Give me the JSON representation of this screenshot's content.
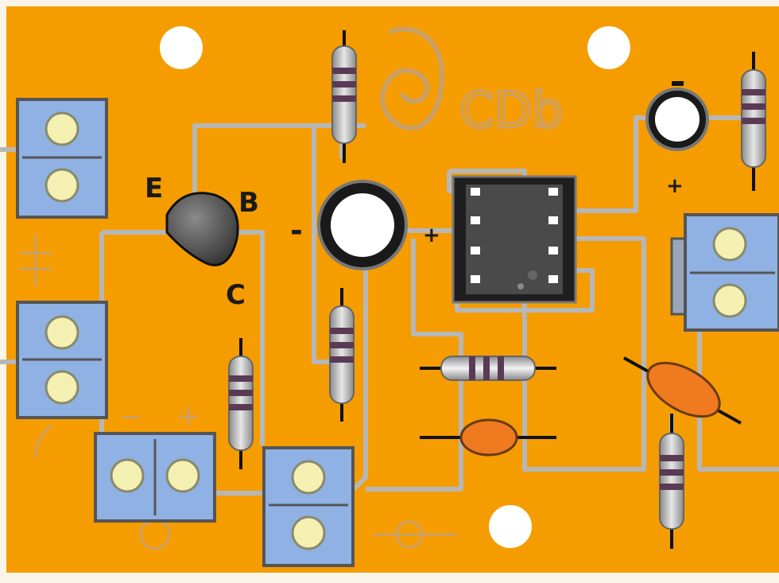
{
  "board": {
    "logo_text": "CDb",
    "colors": {
      "board": "#f59c00",
      "board_edge": "#fbf5e8",
      "trace": "#b7b7b7",
      "terminal_block": "#8fb1e3",
      "terminal_screw": "#f3f0b2",
      "ic_body": "#3c3c3c",
      "capacitor_film": "#f07a20",
      "transistor": "#444444"
    },
    "labels": {
      "transistor_emitter": "E",
      "transistor_base": "B",
      "transistor_collector": "C",
      "electrolytic_minus": "-",
      "electrolytic_plus": "+",
      "led_plus": "+",
      "terminal_minus": "−",
      "terminal_plus": "+"
    }
  }
}
